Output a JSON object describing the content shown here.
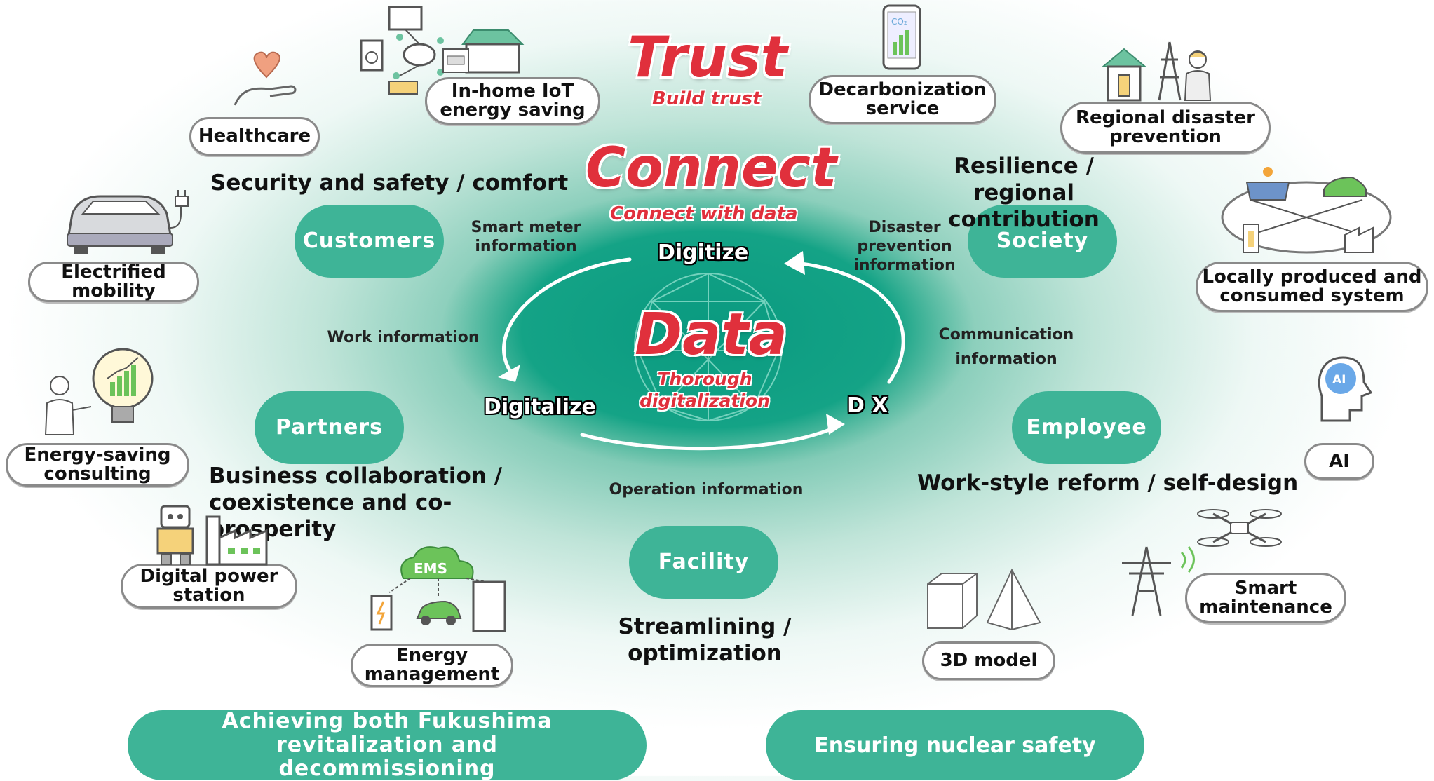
{
  "center": {
    "trust_title": "Trust",
    "trust_sub": "Build trust",
    "connect_title": "Connect",
    "connect_sub": "Connect with data",
    "data_title": "Data",
    "data_sub": "Thorough digitalization"
  },
  "cycle": {
    "digitize": "Digitize",
    "digitalize": "Digitalize",
    "dx": "D X"
  },
  "stakeholders": {
    "customers": "Customers",
    "society": "Society",
    "partners": "Partners",
    "employee": "Employee",
    "facility": "Facility"
  },
  "phrases": {
    "customers": "Security and safety / comfort",
    "society": "Resilience / regional contribution",
    "partners": "Business collaboration / coexistence and co-prosperity",
    "employee": "Work-style reform / self-design",
    "facility": "Streamlining / optimization"
  },
  "info_flows": {
    "smart_meter": "Smart meter information",
    "disaster": "Disaster prevention information",
    "work": "Work information",
    "communication": "Communication information",
    "operation": "Operation information"
  },
  "services": {
    "healthcare": "Healthcare",
    "iot": "In-home IoT energy saving",
    "decarbonization": "Decarbonization service",
    "regional_disaster": "Regional disaster prevention",
    "electrified_mobility": "Electrified mobility",
    "local_system": "Locally produced and consumed system",
    "energy_consulting": "Energy-saving consulting",
    "ai": "AI",
    "digital_power": "Digital power station",
    "energy_management": "Energy management",
    "model_3d": "3D model",
    "smart_maintenance": "Smart maintenance"
  },
  "icon_text": {
    "co2": "CO₂",
    "ems": "EMS",
    "ai": "AI"
  },
  "bottom": {
    "fukushima": "Achieving both Fukushima revitalization and decommissioning",
    "nuclear": "Ensuring nuclear safety"
  },
  "colors": {
    "accent_red": "#e0303c",
    "stakeholder_green": "#3eb497",
    "center_teal": "#0a9a80"
  }
}
